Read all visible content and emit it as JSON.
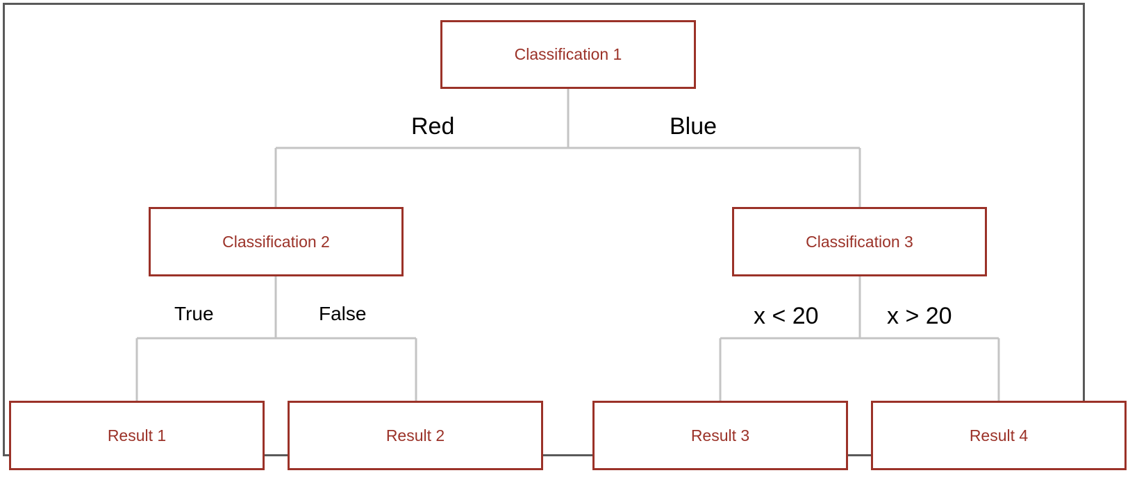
{
  "diagram": {
    "type": "decision-tree",
    "colors": {
      "node_border": "#9b3228",
      "node_text": "#9b3228",
      "connector": "#c4c4c4",
      "frame_border": "#595959",
      "label_text": "#000000"
    },
    "nodes": {
      "classification_1": "Classification 1",
      "classification_2": "Classification 2",
      "classification_3": "Classification 3",
      "result_1": "Result 1",
      "result_2": "Result 2",
      "result_3": "Result 3",
      "result_4": "Result 4"
    },
    "edges": {
      "red": "Red",
      "blue": "Blue",
      "true": "True",
      "false": "False",
      "lt_20": "x < 20",
      "gt_20": "x > 20"
    }
  }
}
